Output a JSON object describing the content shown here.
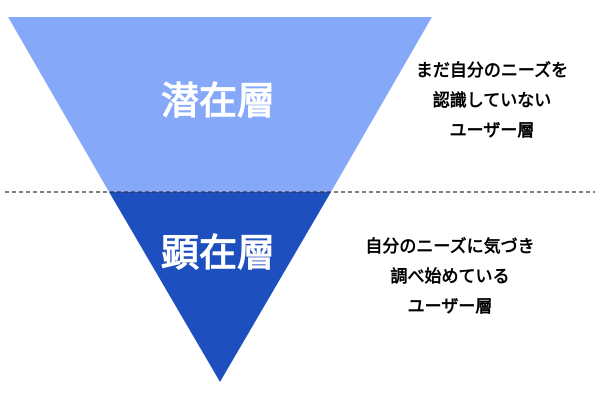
{
  "diagram": {
    "colors": {
      "latent": "#86a8f8",
      "manifest": "#1e4fbf",
      "label_text": "#ffffff",
      "divider": "#333333"
    },
    "tiers": [
      {
        "id": "latent",
        "label": "潜在層",
        "description": [
          "まだ自分のニーズを",
          "認識していない",
          "ユーザー層"
        ]
      },
      {
        "id": "manifest",
        "label": "顕在層",
        "description": [
          "自分のニーズに気づき",
          "調べ始めている",
          "ユーザー層"
        ]
      }
    ]
  }
}
